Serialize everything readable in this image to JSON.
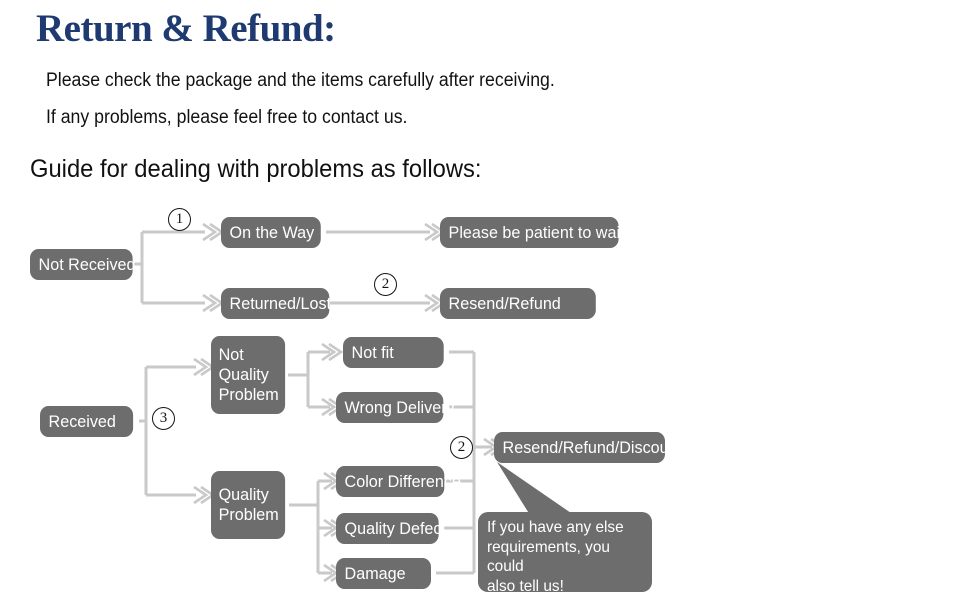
{
  "header": {
    "title": "Return & Refund:",
    "line1": "Please check the package and the items carefully after receiving.",
    "line2": "If any problems, please feel free to contact us.",
    "guide_heading": "Guide for dealing with problems as follows:"
  },
  "colors": {
    "title": "#1e3a70",
    "node_fill": "#6d6d6d",
    "node_text": "#ffffff",
    "connector": "#c9c9c9",
    "step_number": "#141414",
    "background": "#ffffff"
  },
  "flow": {
    "nodes": [
      {
        "id": "not-received",
        "label": "Not Received"
      },
      {
        "id": "on-the-way",
        "label": "On the Way"
      },
      {
        "id": "returned-lost",
        "label": "Returned/Lost"
      },
      {
        "id": "be-patient",
        "label": "Please be patient to wait"
      },
      {
        "id": "resend-refund",
        "label": "Resend/Refund"
      },
      {
        "id": "received",
        "label": "Received"
      },
      {
        "id": "not-quality",
        "label": "Not\nQuality\nProblem"
      },
      {
        "id": "quality-problem",
        "label": "Quality\nProblem"
      },
      {
        "id": "not-fit",
        "label": "Not fit"
      },
      {
        "id": "wrong-delivery",
        "label": "Wrong Delivery"
      },
      {
        "id": "color-difference",
        "label": "Color Difference"
      },
      {
        "id": "quality-defect",
        "label": "Quality Defect"
      },
      {
        "id": "damage",
        "label": "Damage"
      },
      {
        "id": "resend-discount",
        "label": "Resend/Refund/Discount"
      }
    ],
    "step_numbers": [
      {
        "id": "step-1",
        "label": "①",
        "text": "1"
      },
      {
        "id": "step-2",
        "label": "②",
        "text": "2"
      },
      {
        "id": "step-3",
        "label": "③",
        "text": "3"
      },
      {
        "id": "step-4",
        "label": "②",
        "text": "2"
      }
    ],
    "callout": {
      "line1": "If you have any else",
      "line2": "requirements, you could",
      "line3": "also tell us!",
      "full": "If you have any else requirements, you could also tell us!"
    }
  }
}
